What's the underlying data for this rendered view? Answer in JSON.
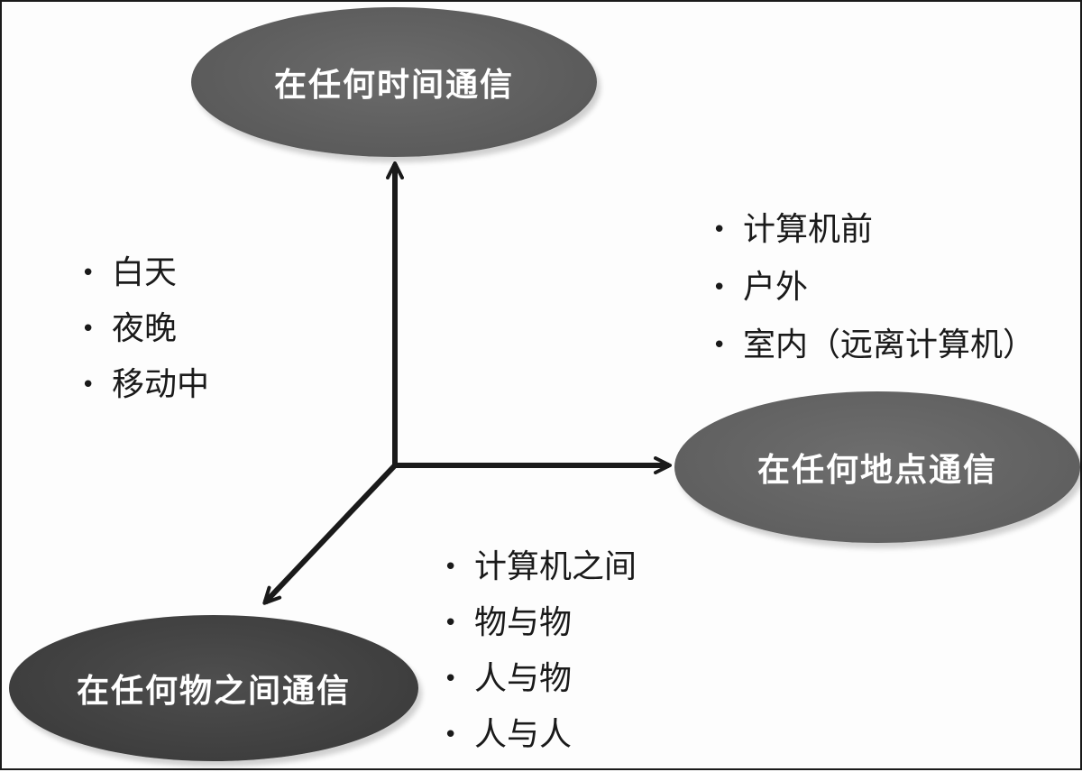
{
  "diagram": {
    "nodes": {
      "time": {
        "label": "在任何时间通信"
      },
      "place": {
        "label": "在任何地点通信"
      },
      "thing": {
        "label": "在任何物之间通信"
      }
    },
    "lists": {
      "time": [
        "白天",
        "夜晚",
        "移动中"
      ],
      "place": [
        "计算机前",
        "户外",
        "室内（远离计算机）"
      ],
      "thing": [
        "计算机之间",
        "物与物",
        "人与物",
        "人与人"
      ]
    },
    "colors": {
      "axis": "#1a1a1a",
      "node_time": "#5b5b5b",
      "node_place": "#606060",
      "node_thing": "#3e3e3e",
      "node_text": "#ffffff"
    }
  }
}
